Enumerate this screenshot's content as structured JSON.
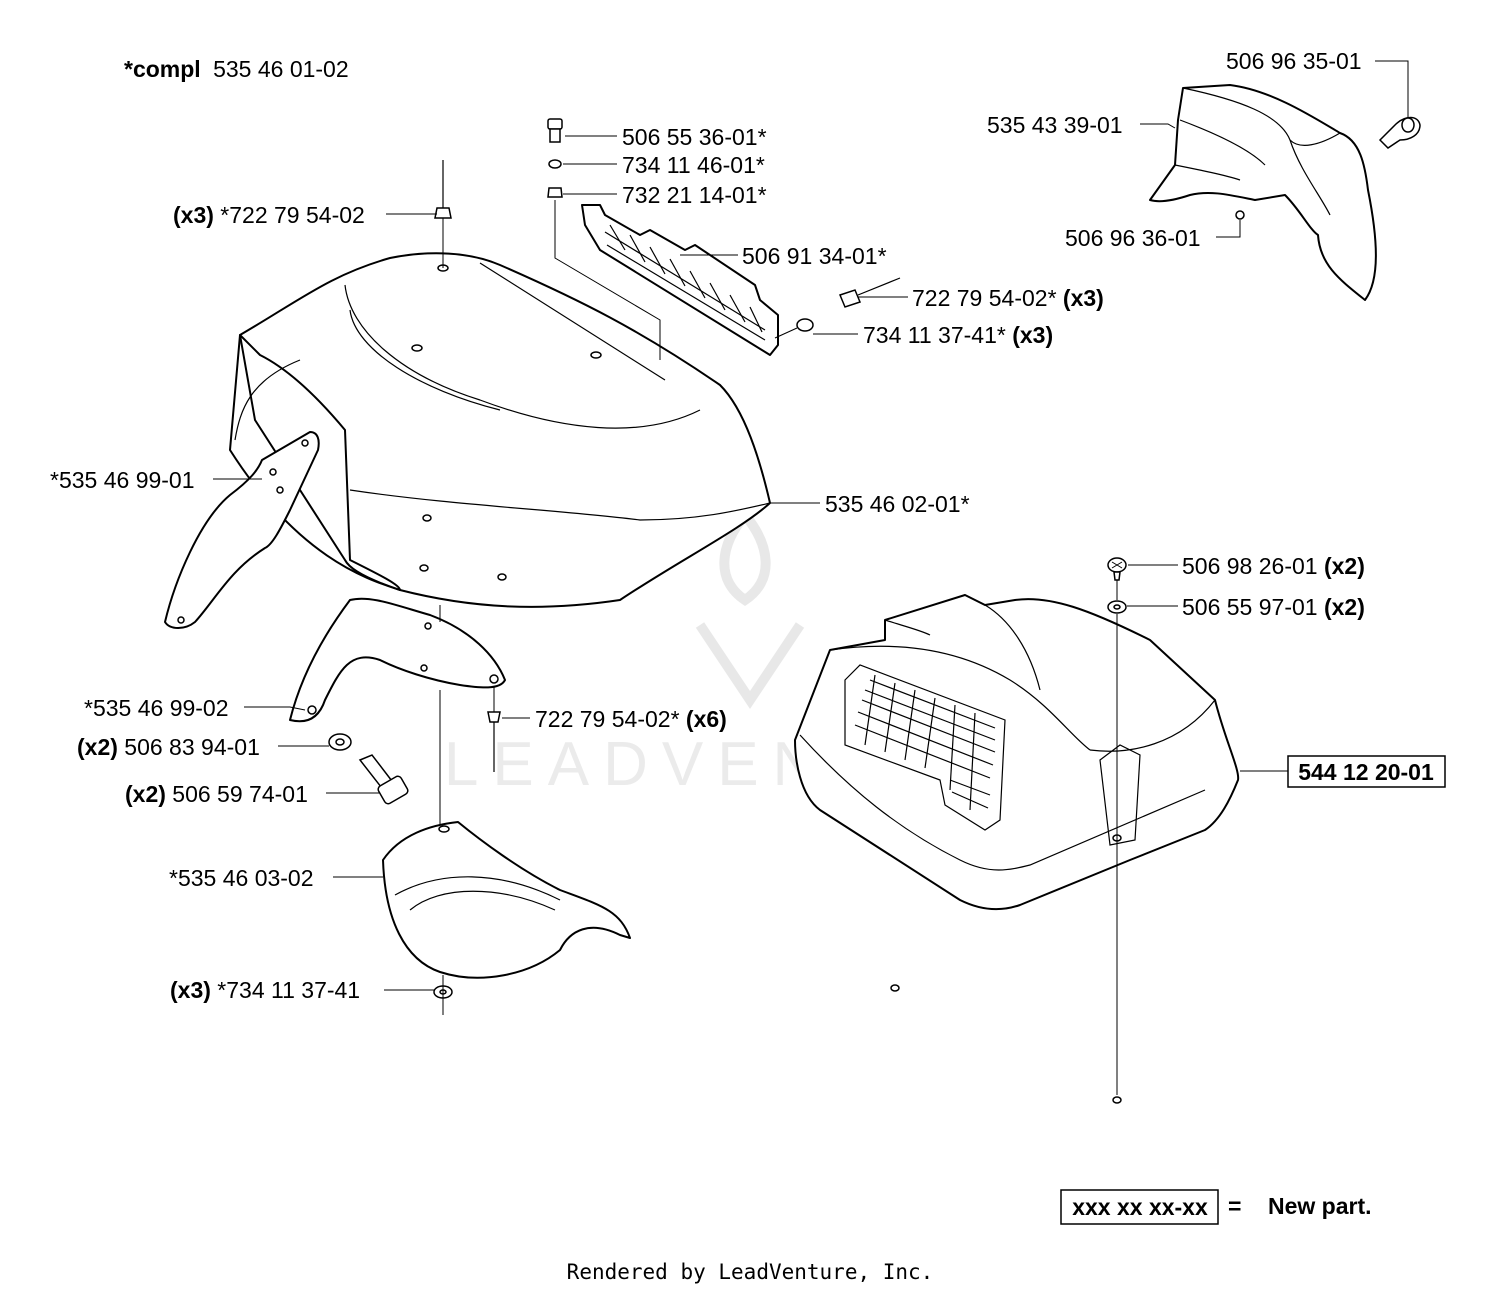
{
  "header": {
    "compl_prefix": "*compl",
    "compl_number": "535 46 01-02"
  },
  "labels": {
    "l1": {
      "qty": "",
      "text": "506 55 36-01*"
    },
    "l2": {
      "qty": "",
      "text": "734 11 46-01*"
    },
    "l3": {
      "qty": "",
      "text": "732 21 14-01*"
    },
    "l4": {
      "qty": "(x3)",
      "text": "*722 79 54-02"
    },
    "l5": {
      "qty": "",
      "text": "506 91 34-01*"
    },
    "l6": {
      "qty": "(x3)",
      "text": "722 79 54-02*"
    },
    "l7": {
      "qty": "(x3)",
      "text": "734 11 37-41*"
    },
    "l8": {
      "qty": "",
      "text": "*535 46 99-01"
    },
    "l9": {
      "qty": "",
      "text": "535 46 02-01*"
    },
    "l10": {
      "qty": "",
      "text": "*535 46 99-02"
    },
    "l11": {
      "qty": "(x6)",
      "text": "722 79 54-02*"
    },
    "l12": {
      "qty": "(x2)",
      "text": "506 83 94-01"
    },
    "l13": {
      "qty": "(x2)",
      "text": "506 59 74-01"
    },
    "l14": {
      "qty": "",
      "text": "*535 46 03-02"
    },
    "l15": {
      "qty": "(x3)",
      "text": "*734 11 37-41"
    },
    "l16": {
      "qty": "",
      "text": "506 96 35-01"
    },
    "l17": {
      "qty": "",
      "text": "535 43 39-01"
    },
    "l18": {
      "qty": "",
      "text": "506 96 36-01"
    },
    "l19": {
      "qty": "(x2)",
      "text": "506 98 26-01"
    },
    "l20": {
      "qty": "(x2)",
      "text": "506 55 97-01"
    },
    "l21": {
      "qty": "",
      "text": "544 12 20-01"
    }
  },
  "legend": {
    "sample": "xxx xx xx-xx",
    "equals": "=",
    "meaning": "New part."
  },
  "watermark": "LEADVENTURE",
  "footer": "Rendered by LeadVenture, Inc."
}
